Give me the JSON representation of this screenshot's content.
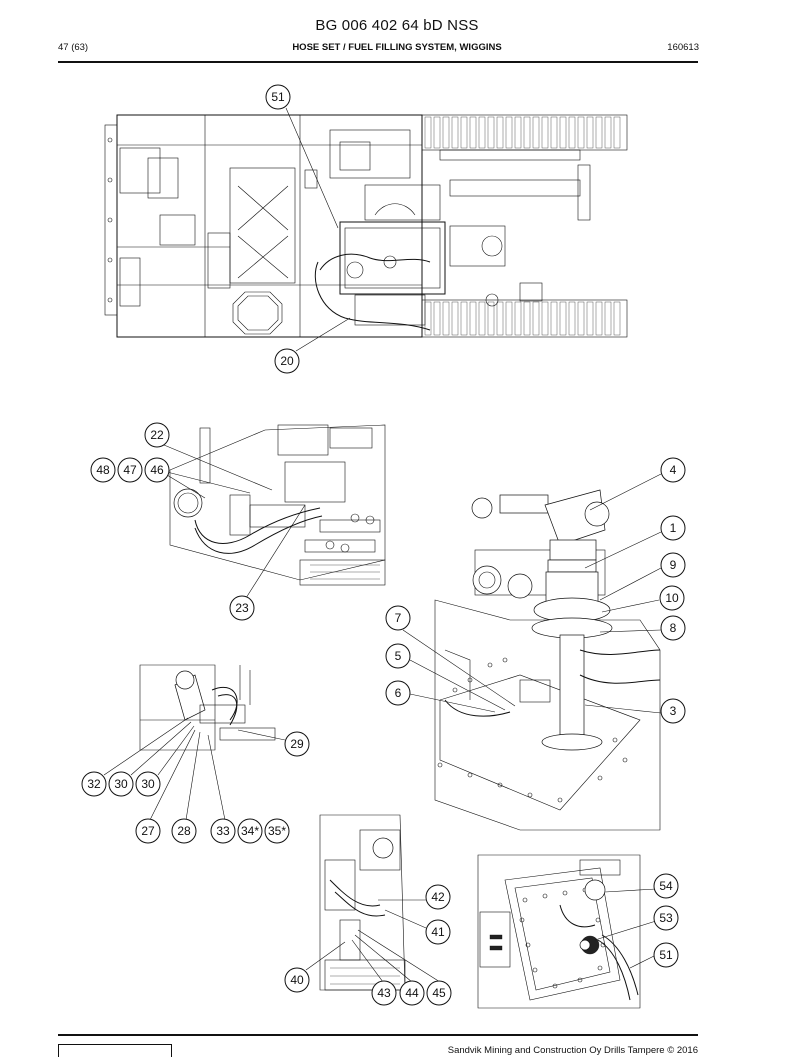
{
  "header": {
    "doc_number": "BG 006 402 64 bD NSS",
    "page": "47 (63)",
    "title": "HOSE SET / FUEL FILLING SYSTEM, WIGGINS",
    "date": "160613"
  },
  "footer": {
    "copyright": "Sandvik Mining and Construction Oy Drills Tampere © 2016"
  },
  "callouts": [
    {
      "label": "51",
      "view": "overview"
    },
    {
      "label": "20",
      "view": "overview"
    },
    {
      "label": "22",
      "view": "detail-a"
    },
    {
      "label": "48",
      "view": "detail-a"
    },
    {
      "label": "47",
      "view": "detail-a"
    },
    {
      "label": "46",
      "view": "detail-a"
    },
    {
      "label": "23",
      "view": "detail-a"
    },
    {
      "label": "4",
      "view": "detail-b"
    },
    {
      "label": "1",
      "view": "detail-b"
    },
    {
      "label": "9",
      "view": "detail-b"
    },
    {
      "label": "10",
      "view": "detail-b"
    },
    {
      "label": "8",
      "view": "detail-b"
    },
    {
      "label": "7",
      "view": "detail-b"
    },
    {
      "label": "5",
      "view": "detail-b"
    },
    {
      "label": "6",
      "view": "detail-b"
    },
    {
      "label": "3",
      "view": "detail-b"
    },
    {
      "label": "29",
      "view": "detail-c"
    },
    {
      "label": "32",
      "view": "detail-c"
    },
    {
      "label": "30",
      "view": "detail-c"
    },
    {
      "label": "30",
      "view": "detail-c"
    },
    {
      "label": "27",
      "view": "detail-c"
    },
    {
      "label": "28",
      "view": "detail-c"
    },
    {
      "label": "33",
      "view": "detail-c"
    },
    {
      "label": "34*",
      "view": "detail-c"
    },
    {
      "label": "35*",
      "view": "detail-c"
    },
    {
      "label": "42",
      "view": "detail-d"
    },
    {
      "label": "41",
      "view": "detail-d"
    },
    {
      "label": "40",
      "view": "detail-d"
    },
    {
      "label": "43",
      "view": "detail-d"
    },
    {
      "label": "44",
      "view": "detail-d"
    },
    {
      "label": "45",
      "view": "detail-d"
    },
    {
      "label": "54",
      "view": "detail-e"
    },
    {
      "label": "53",
      "view": "detail-e"
    },
    {
      "label": "51",
      "view": "detail-e"
    }
  ]
}
